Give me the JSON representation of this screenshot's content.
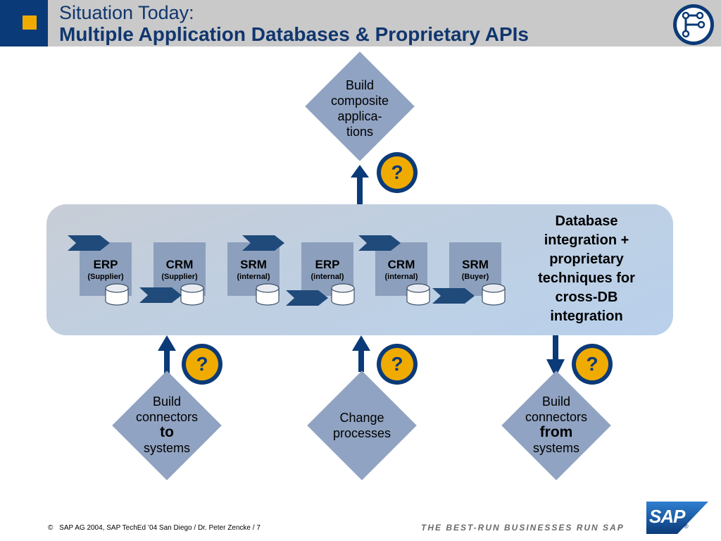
{
  "header": {
    "title_line1": "Situation Today:",
    "title_line2": "Multiple Application Databases & Proprietary APIs"
  },
  "databases": [
    {
      "name": "ERP",
      "sub": "(Supplier)"
    },
    {
      "name": "CRM",
      "sub": "(Supplier)"
    },
    {
      "name": "SRM",
      "sub": "(internal)"
    },
    {
      "name": "ERP",
      "sub": "(internal)"
    },
    {
      "name": "CRM",
      "sub": "(internal)"
    },
    {
      "name": "SRM",
      "sub": "(Buyer)"
    }
  ],
  "band_text": "Database integration + proprietary techniques for cross-DB integration",
  "diamonds": {
    "top": {
      "line1": "Build",
      "line2": "composite",
      "line3": "applica-",
      "line4": "tions"
    },
    "left": {
      "line1": "Build",
      "line2": "connectors",
      "emph": "to",
      "line4": "systems"
    },
    "middle": {
      "line1": "Change",
      "line2": "processes"
    },
    "right": {
      "line1": "Build",
      "line2": "connectors",
      "emph": "from",
      "line4": "systems"
    }
  },
  "question_mark": "?",
  "footer": {
    "copyright_symbol": "©",
    "copyright": "SAP AG 2004, SAP TechEd ’04 San Diego / Dr. Peter Zencke / 7",
    "slogan": "THE BEST-RUN BUSINESSES RUN SAP",
    "logo_text": "SAP",
    "registered": "®"
  },
  "colors": {
    "navy": "#0b3a78",
    "orange": "#f0ab00",
    "diamond": "#90a3c2",
    "header_gray": "#c9c9c9"
  }
}
